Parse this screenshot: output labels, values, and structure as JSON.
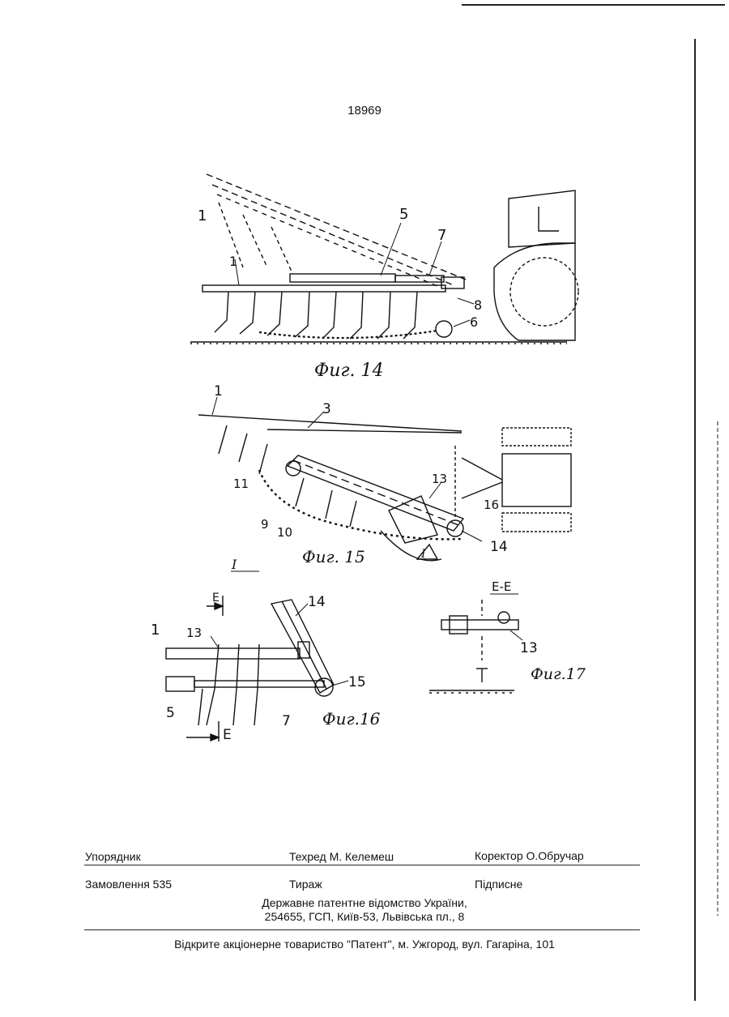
{
  "page_number": "18969",
  "figures": {
    "fig14": {
      "caption": "Фиг. 14",
      "labels": [
        "1",
        "1",
        "5",
        "7",
        "8",
        "6"
      ]
    },
    "fig15": {
      "caption": "Фиг. 15",
      "labels": [
        "1",
        "3",
        "11",
        "9",
        "10",
        "13",
        "16",
        "14",
        "I"
      ]
    },
    "fig16": {
      "section_label": "I",
      "caption": "Фиг.16",
      "labels": [
        "E",
        "E",
        "1",
        "13",
        "14",
        "15",
        "5",
        "7"
      ]
    },
    "fig17": {
      "section_label": "E-E",
      "caption": "Фиг.17",
      "labels": [
        "13"
      ]
    }
  },
  "imprint": {
    "compiler_label": "Упорядник",
    "tech_editor": "Техред М. Келемеш",
    "corrector": "Коректор О.Обручар",
    "order": "Замовлення 535",
    "circulation": "Тираж",
    "subscription": "Підписне",
    "office_line1": "Державне патентне відомство України,",
    "office_line2": "254655, ГСП, Київ-53, Львівська пл., 8",
    "publisher": "Відкрите акціонерне товариство \"Патент\", м. Ужгород, вул. Гагаріна, 101"
  }
}
